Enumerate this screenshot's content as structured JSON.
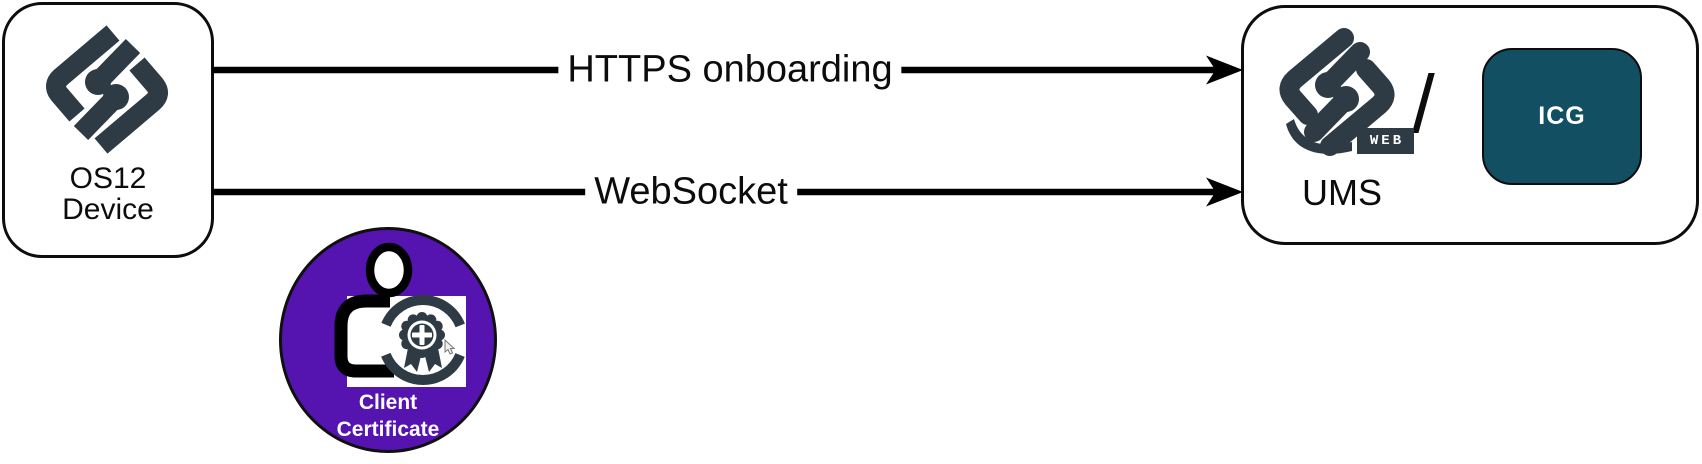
{
  "nodes": {
    "device": {
      "line1": "OS12",
      "line2": "Device"
    },
    "server": {
      "ums_label": "UMS",
      "separator": "/",
      "web_badge": "WEB",
      "icg_label": "ICG"
    }
  },
  "connections": {
    "https": {
      "label": "HTTPS onboarding"
    },
    "websocket": {
      "label": "WebSocket"
    }
  },
  "certificate": {
    "line1": "Client",
    "line2": "Certificate"
  },
  "colors": {
    "brand_dark": "#2e3b44",
    "certificate_purple": "#5513b0",
    "icg_teal": "#134f63",
    "arrow_black": "#000000",
    "background": "#ffffff"
  }
}
